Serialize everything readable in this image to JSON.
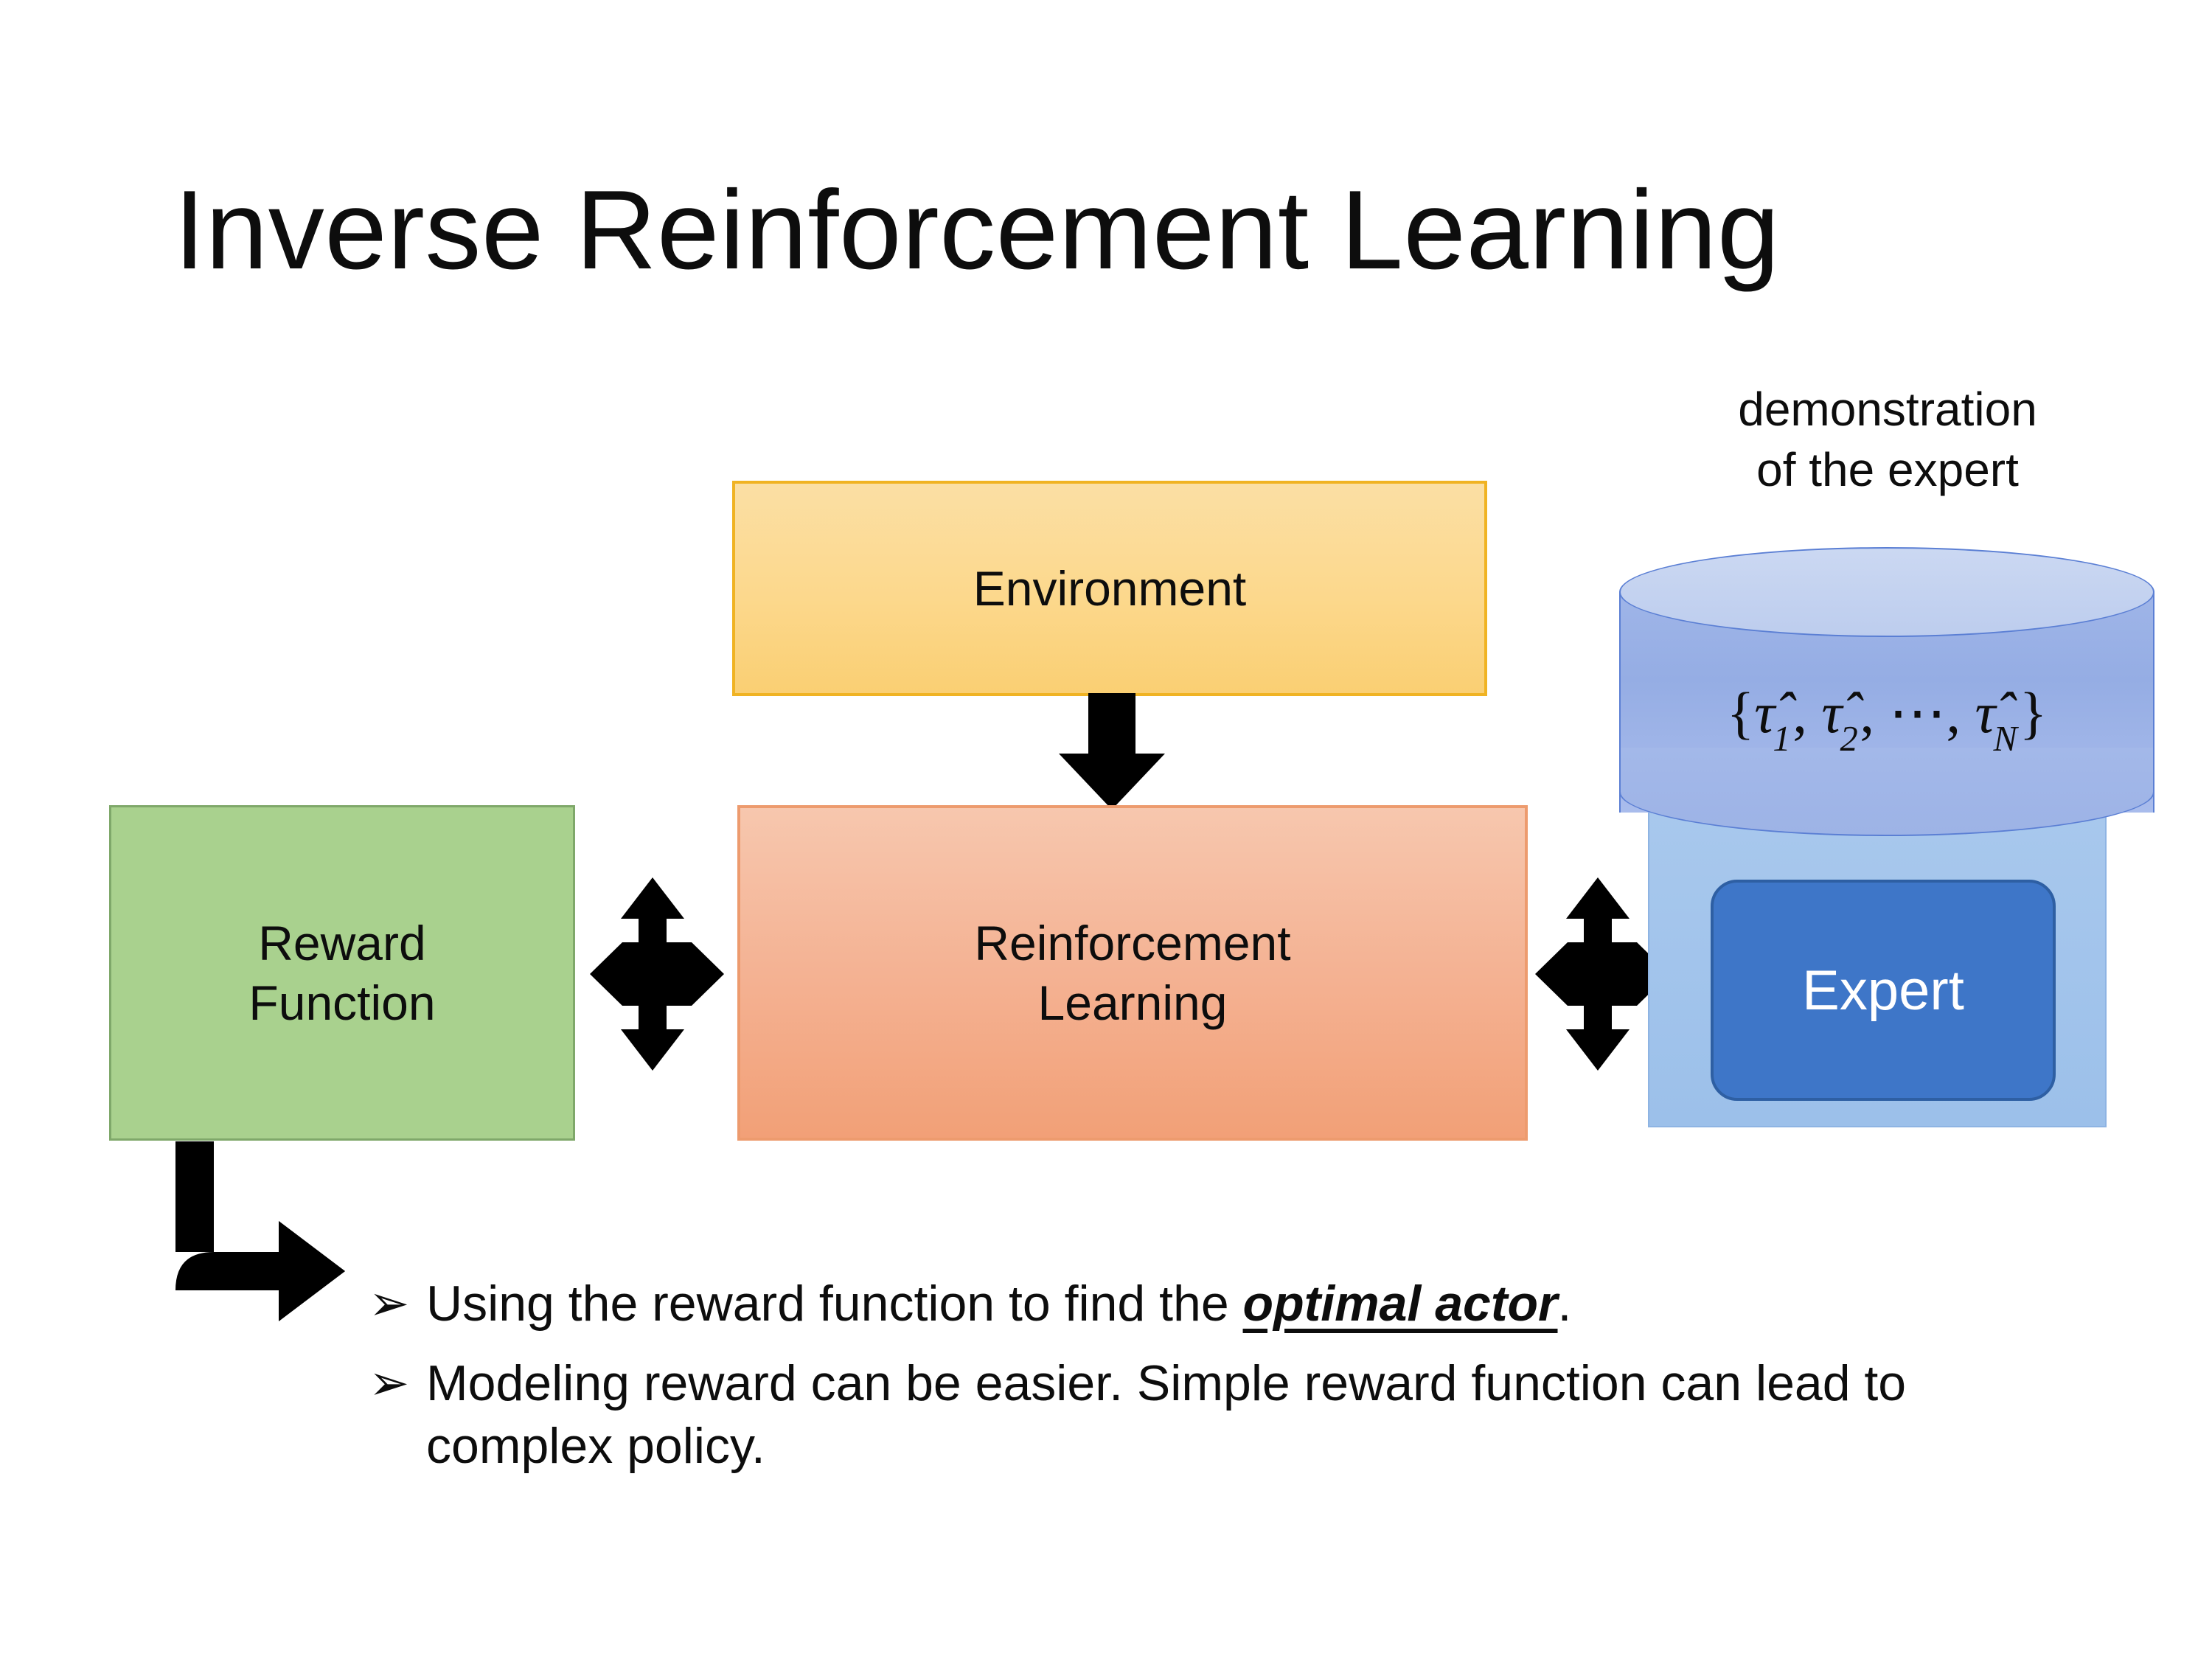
{
  "slide": {
    "title": "Inverse Reinforcement Learning"
  },
  "diagram": {
    "environment": {
      "label": "Environment",
      "fill_top": "#FBDFA4",
      "fill_bottom": "#FACF73",
      "border": "#F0B323"
    },
    "reward_function": {
      "label": "Reward\nFunction",
      "line1": "Reward",
      "line2": "Function",
      "fill": "#A9D18E",
      "border": "#7FA86A"
    },
    "reinforcement_learning": {
      "label": "Reinforcement\nLearning",
      "line1": "Reinforcement",
      "line2": "Learning",
      "fill_top": "#F7C7AE",
      "fill_bottom": "#F2A077",
      "border": "#ED9B6E"
    },
    "expert": {
      "label": "Expert",
      "fill": "#3E76C8",
      "border": "#2E5FA3",
      "text_color": "#FFFFFF"
    },
    "expert_panel": {
      "fill": "#A8C8ED",
      "border": "#8EB4E3"
    },
    "demonstration": {
      "caption": "demonstration\nof the expert",
      "cylinder_fill": "#9FB5E8",
      "cylinder_top_fill": "#CBD8F2",
      "cylinder_border": "#5B7FD4",
      "set_open": "{",
      "tau1": "τ̂",
      "sub1": "1",
      "comma1": ",",
      "tau2": "τ̂",
      "sub2": "2",
      "comma2": ",",
      "ellipsis": "⋯",
      "comma3": ",",
      "tauN": "τ̂",
      "subN": "N",
      "set_close": "}",
      "formula_plain": "{τ̂1, τ̂2, ⋯, τ̂N}"
    },
    "arrows": {
      "environment_to_rl": "down-arrow",
      "reward_rl_bidirectional": "quad-arrow",
      "rl_expert_bidirectional": "quad-arrow",
      "reward_to_bullets": "elbow-arrow",
      "color": "#000000"
    }
  },
  "bullets": [
    {
      "marker": "➢",
      "pre": "Using the reward function to find the ",
      "emphasis": "optimal actor",
      "post": "."
    },
    {
      "marker": "➢",
      "pre": "Modeling reward can be easier. Simple reward function can lead to complex policy.",
      "emphasis": "",
      "post": ""
    }
  ]
}
